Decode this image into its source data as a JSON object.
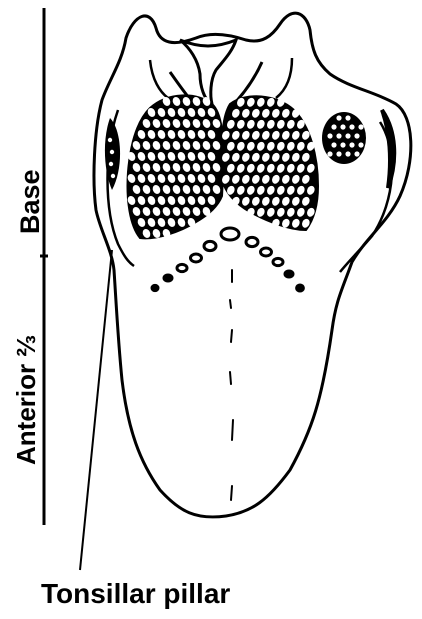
{
  "labels": {
    "base": "Base",
    "anterior": "Anterior ⅔",
    "tonsillar_pillar": "Tonsillar pillar"
  },
  "colors": {
    "ink": "#000000",
    "paper": "#ffffff"
  }
}
